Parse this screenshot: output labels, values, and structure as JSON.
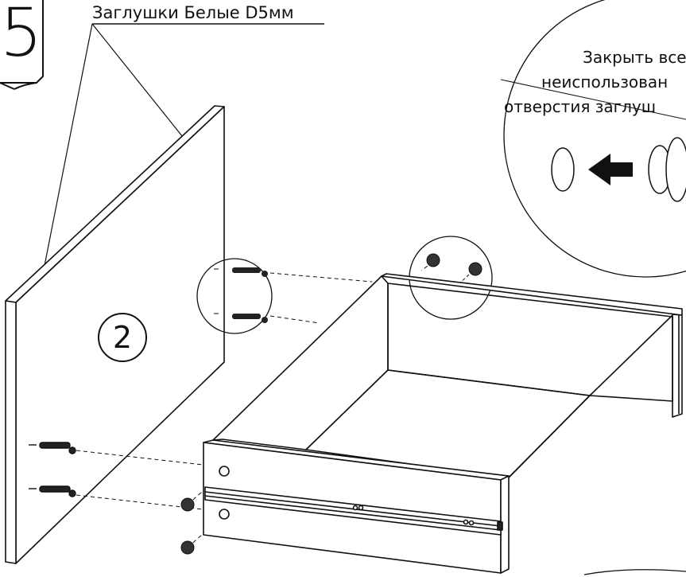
{
  "step": {
    "number": "5"
  },
  "part_label": {
    "title": "Заглушки Белые D5мм"
  },
  "note": {
    "lines": [
      "Закрыть все",
      "неиспользован",
      "отверстия заглуш"
    ]
  },
  "panel": {
    "badge": "2"
  },
  "colors": {
    "line": "#111111",
    "paper": "#ffffff"
  }
}
